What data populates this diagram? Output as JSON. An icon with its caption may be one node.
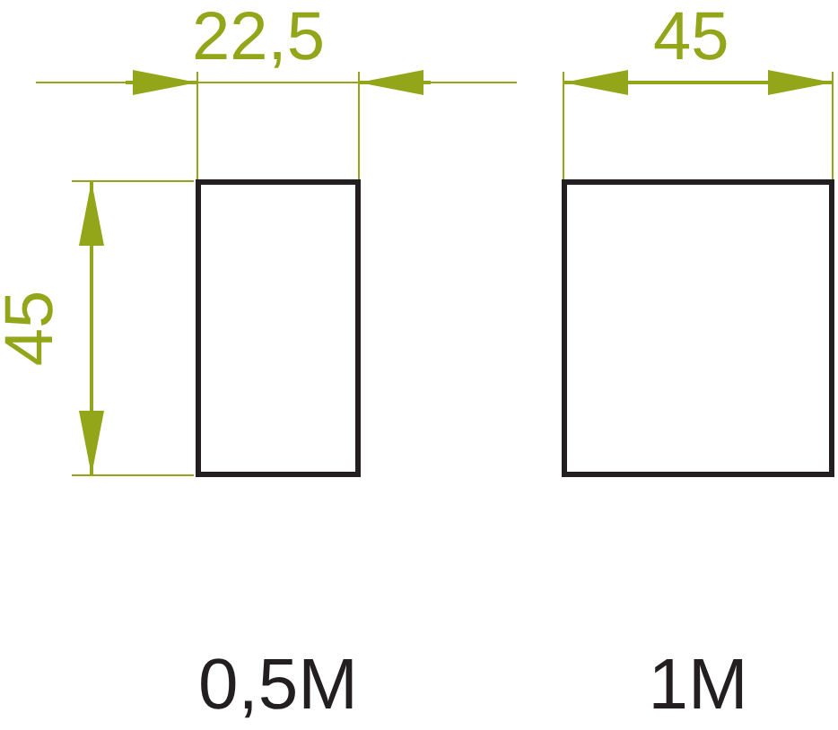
{
  "diagram": {
    "nodes": [
      {
        "text": [],
        "shape": "box",
        "beside": [
          "0,5M"
        ]
      },
      {
        "text": [],
        "shape": "box",
        "beside": [
          "1M"
        ]
      }
    ],
    "labels": [
      "22,5",
      "45",
      "45"
    ]
  }
}
